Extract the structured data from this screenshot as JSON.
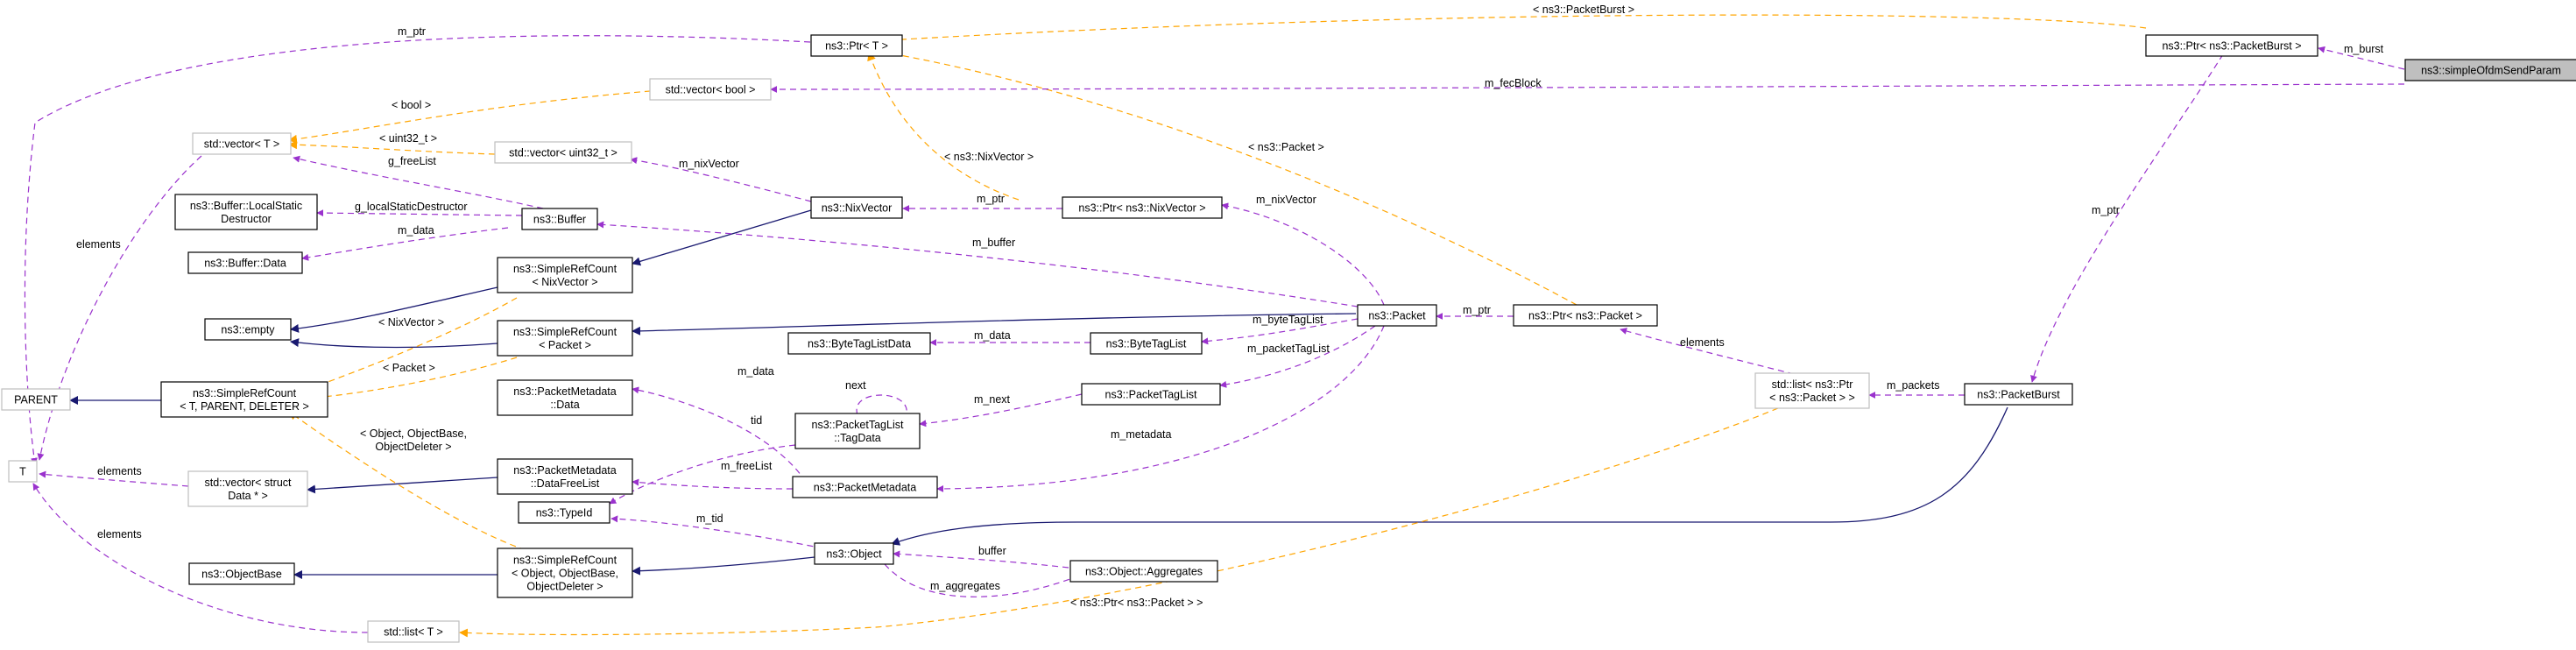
{
  "colors": {
    "inheritance": "#191970",
    "usage": "#9a32cd",
    "template": "#ffa500",
    "focus_fill": "#bfbfbf",
    "undocumented_border": "#bfbfbf"
  },
  "nodes": {
    "simpleOfdmSendParam": [
      "ns3::simpleOfdmSendParam"
    ],
    "ptr_packetburst": [
      "ns3::Ptr< ns3::PacketBurst >"
    ],
    "ptr_t": [
      "ns3::Ptr< T >"
    ],
    "vector_bool": [
      "std::vector< bool >"
    ],
    "vector_t": [
      "std::vector< T >"
    ],
    "vector_uint32": [
      "std::vector< uint32_t >"
    ],
    "buffer_localstatic": [
      "ns3::Buffer::LocalStatic",
      "Destructor"
    ],
    "buffer": [
      "ns3::Buffer"
    ],
    "nixvector": [
      "ns3::NixVector"
    ],
    "ptr_nixvector": [
      "ns3::Ptr< ns3::NixVector >"
    ],
    "buffer_data": [
      "ns3::Buffer::Data"
    ],
    "src_nixvector": [
      "ns3::SimpleRefCount",
      "< NixVector >"
    ],
    "empty": [
      "ns3::empty"
    ],
    "src_packet": [
      "ns3::SimpleRefCount",
      "< Packet >"
    ],
    "packet": [
      "ns3::Packet"
    ],
    "ptr_packet": [
      "ns3::Ptr< ns3::Packet >"
    ],
    "bytetaglistdata": [
      "ns3::ByteTagListData"
    ],
    "bytetaglist": [
      "ns3::ByteTagList"
    ],
    "parent": [
      "PARENT"
    ],
    "src_generic": [
      "ns3::SimpleRefCount",
      "< T, PARENT, DELETER >"
    ],
    "packetmetadata_data": [
      "ns3::PacketMetadata",
      "::Data"
    ],
    "packettaglist": [
      "ns3::PacketTagList"
    ],
    "packettaglist_tagdata": [
      "ns3::PacketTagList",
      "::TagData"
    ],
    "list_ptr_packet": [
      "std::list< ns3::Ptr",
      "< ns3::Packet > >"
    ],
    "packetburst": [
      "ns3::PacketBurst"
    ],
    "t": [
      "T"
    ],
    "vector_struct": [
      "std::vector< struct",
      "Data * >"
    ],
    "packetmetadata_freelist": [
      "ns3::PacketMetadata",
      "::DataFreeList"
    ],
    "packetmetadata": [
      "ns3::PacketMetadata"
    ],
    "typeid": [
      "ns3::TypeId"
    ],
    "objectbase": [
      "ns3::ObjectBase"
    ],
    "src_object": [
      "ns3::SimpleRefCount",
      "< Object, ObjectBase,",
      "ObjectDeleter >"
    ],
    "object": [
      "ns3::Object"
    ],
    "object_aggregates": [
      "ns3::Object::Aggregates"
    ],
    "list_t": [
      "std::list< T >"
    ]
  },
  "edge_labels": {
    "m_burst": [
      "m_burst"
    ],
    "m_fecBlock": [
      "m_fecBlock"
    ],
    "packetburst_tmpl": [
      "< ns3::PacketBurst >"
    ],
    "bool_tmpl": [
      "< bool >"
    ],
    "uint32_tmpl": [
      "< uint32_t >"
    ],
    "m_ptr_left": [
      "m_ptr"
    ],
    "g_freeList": [
      "g_freeList"
    ],
    "m_nixVector_a": [
      "m_nixVector"
    ],
    "nixvector_ptr_tmpl": [
      "< ns3::NixVector >"
    ],
    "packet_ptr_tmpl": [
      "< ns3::Packet >"
    ],
    "m_ptr_burst": [
      "m_ptr"
    ],
    "g_localStatic": [
      "g_localStaticDestructor"
    ],
    "m_data_buffer": [
      "m_data"
    ],
    "m_ptr_nix": [
      "m_ptr"
    ],
    "m_nixVector_b": [
      "m_nixVector"
    ],
    "m_buffer": [
      "m_buffer"
    ],
    "elements_vector_t": [
      "elements"
    ],
    "nixvector_src_tmpl": [
      "< NixVector >"
    ],
    "m_byteTagList": [
      "m_byteTagList"
    ],
    "m_ptr_packet": [
      "m_ptr"
    ],
    "m_packetTagList": [
      "m_packetTagList"
    ],
    "m_data_btl": [
      "m_data"
    ],
    "packet_src_tmpl": [
      "< Packet >"
    ],
    "elements_list_ptr": [
      "elements"
    ],
    "m_data_pmd": [
      "m_data"
    ],
    "next": [
      "next"
    ],
    "m_next": [
      "m_next"
    ],
    "m_packets": [
      "m_packets"
    ],
    "tid": [
      "tid"
    ],
    "m_metadata": [
      "m_metadata"
    ],
    "m_freeList": [
      "m_freeList"
    ],
    "object_src_tmpl": [
      "< Object, ObjectBase,",
      "ObjectDeleter >"
    ],
    "elements_vector_struct": [
      "elements"
    ],
    "m_tid": [
      "m_tid"
    ],
    "elements_list_t": [
      "elements"
    ],
    "buffer_edge": [
      "buffer"
    ],
    "m_aggregates": [
      "m_aggregates"
    ],
    "list_ptr_packet_tmpl": [
      "< ns3::Ptr< ns3::Packet > >"
    ]
  }
}
